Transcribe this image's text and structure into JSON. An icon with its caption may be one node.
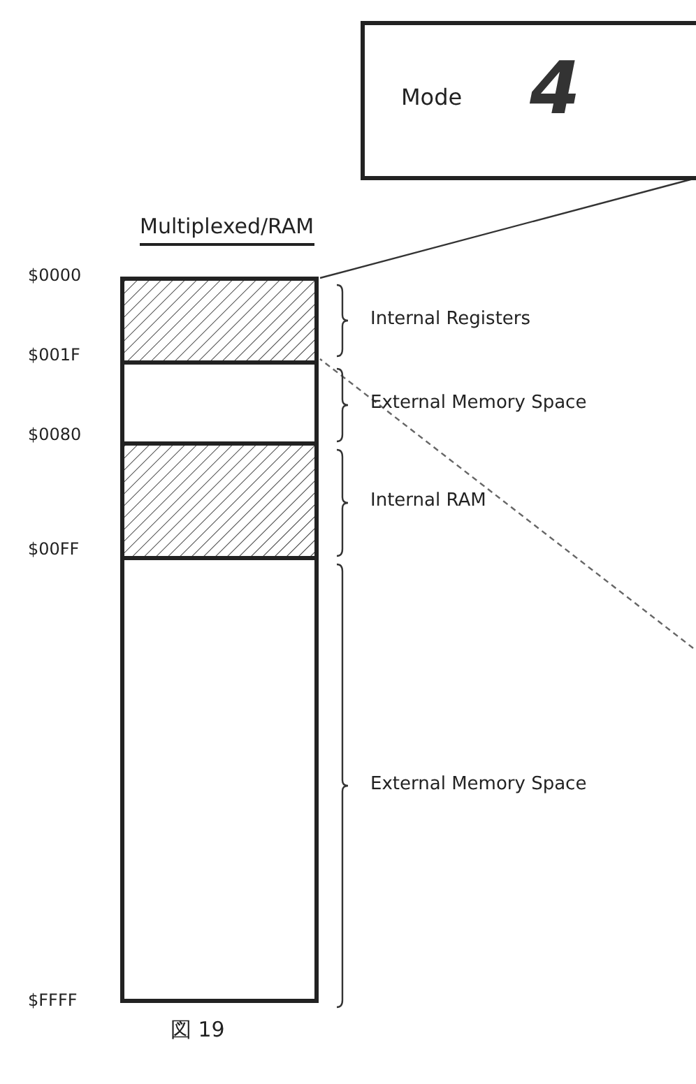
{
  "diagram": {
    "caption": "図 19",
    "nodes": [
      {
        "text": [
          "Mode",
          "4"
        ]
      },
      {
        "text": [
          "Multiplexed/RAM"
        ]
      },
      {
        "text": [],
        "shape": "bar",
        "in": 1,
        "beside": [
          "Internal Registers"
        ]
      },
      {
        "text": [],
        "shape": "bar",
        "in": 1,
        "beside": [
          "External Memory Space"
        ]
      },
      {
        "text": [],
        "shape": "bar",
        "in": 1,
        "beside": [
          "Internal RAM"
        ]
      },
      {
        "text": [],
        "shape": "bar",
        "in": 1,
        "beside": [
          "External Memory Space"
        ]
      }
    ],
    "edges": [
      {
        "from": 0,
        "to": 2,
        "arrow": "none"
      },
      {
        "from": null,
        "to": 3,
        "arrow": "none",
        "style": "dashed"
      }
    ],
    "labels": [
      "$0000",
      "$001F",
      "$0080",
      "$00FF",
      "$FFFF"
    ]
  }
}
